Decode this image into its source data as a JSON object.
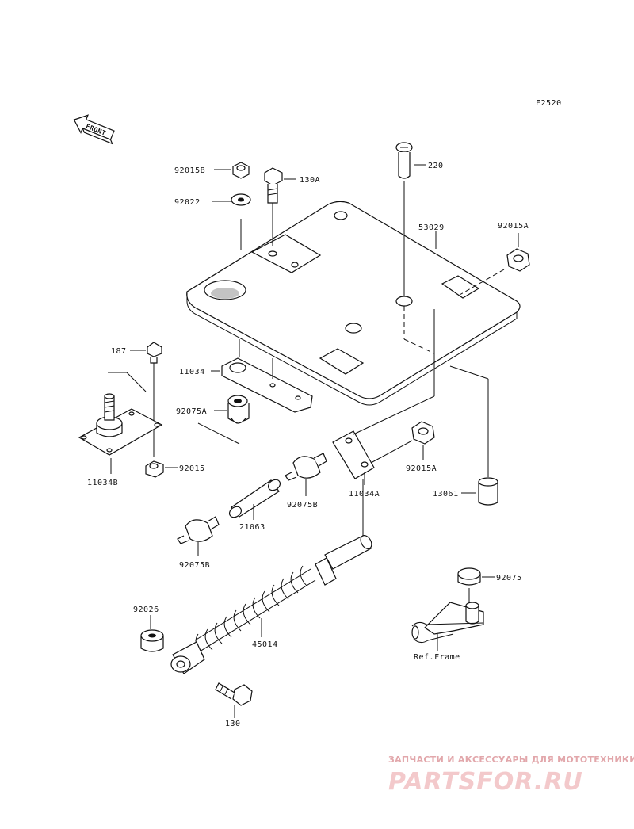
{
  "figure_code": "F2520",
  "front_label": "FRONT",
  "parts": {
    "p92015B": "92015B",
    "p130A": "130A",
    "p220": "220",
    "p92022": "92022",
    "p53029": "53029",
    "p92015A_top": "92015A",
    "p187": "187",
    "p11034": "11034",
    "p92075A": "92075A",
    "p11034B": "11034B",
    "p92015": "92015",
    "p92015A_mid": "92015A",
    "p92075B_mid": "92075B",
    "p11034A": "11034A",
    "p13061": "13061",
    "p21063": "21063",
    "p92075B_left": "92075B",
    "p92075": "92075",
    "p92026": "92026",
    "p45014": "45014",
    "ref_frame": "Ref.Frame",
    "p130": "130"
  },
  "watermark": {
    "tagline": "ЗАПЧАСТИ И АКСЕССУАРЫ ДЛЯ МОТОТЕХНИКИ",
    "brand": "PARTSFOR.RU"
  }
}
